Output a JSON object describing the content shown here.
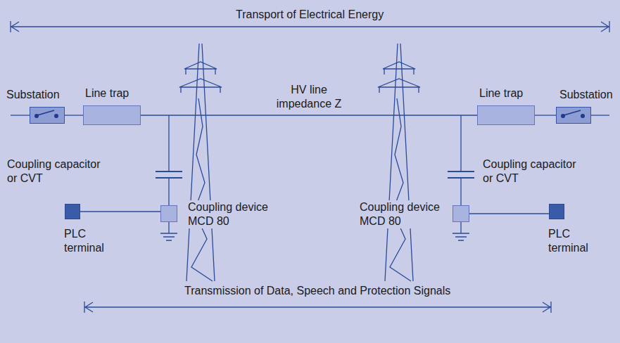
{
  "diagram": {
    "nodes": [
      {
        "text": [
          "Substation"
        ]
      },
      {
        "text": [
          "Line trap"
        ]
      },
      {
        "text": [
          "PLC terminal"
        ]
      },
      {
        "text": [
          "Coupling device MCD 80"
        ]
      },
      {
        "text": [
          "Line trap"
        ]
      },
      {
        "text": [
          "Substation"
        ]
      },
      {
        "text": [
          "Coupling device MCD 80"
        ]
      },
      {
        "text": [
          "PLC terminal"
        ]
      }
    ],
    "edges": [
      {
        "from": 0,
        "to": 1,
        "arrow": "none"
      },
      {
        "from": 1,
        "to": 4,
        "label": "HV line impedance Z",
        "arrow": "none"
      },
      {
        "from": 4,
        "to": 5,
        "arrow": "none"
      },
      {
        "from": 2,
        "to": 3,
        "arrow": "none"
      },
      {
        "from": 6,
        "to": 7,
        "arrow": "none"
      }
    ],
    "labels": [
      "Transport of Electrical Energy",
      "Coupling capacitor or CVT",
      "Coupling capacitor or CVT",
      "Transmission of Data, Speech and Protection Signals"
    ]
  }
}
